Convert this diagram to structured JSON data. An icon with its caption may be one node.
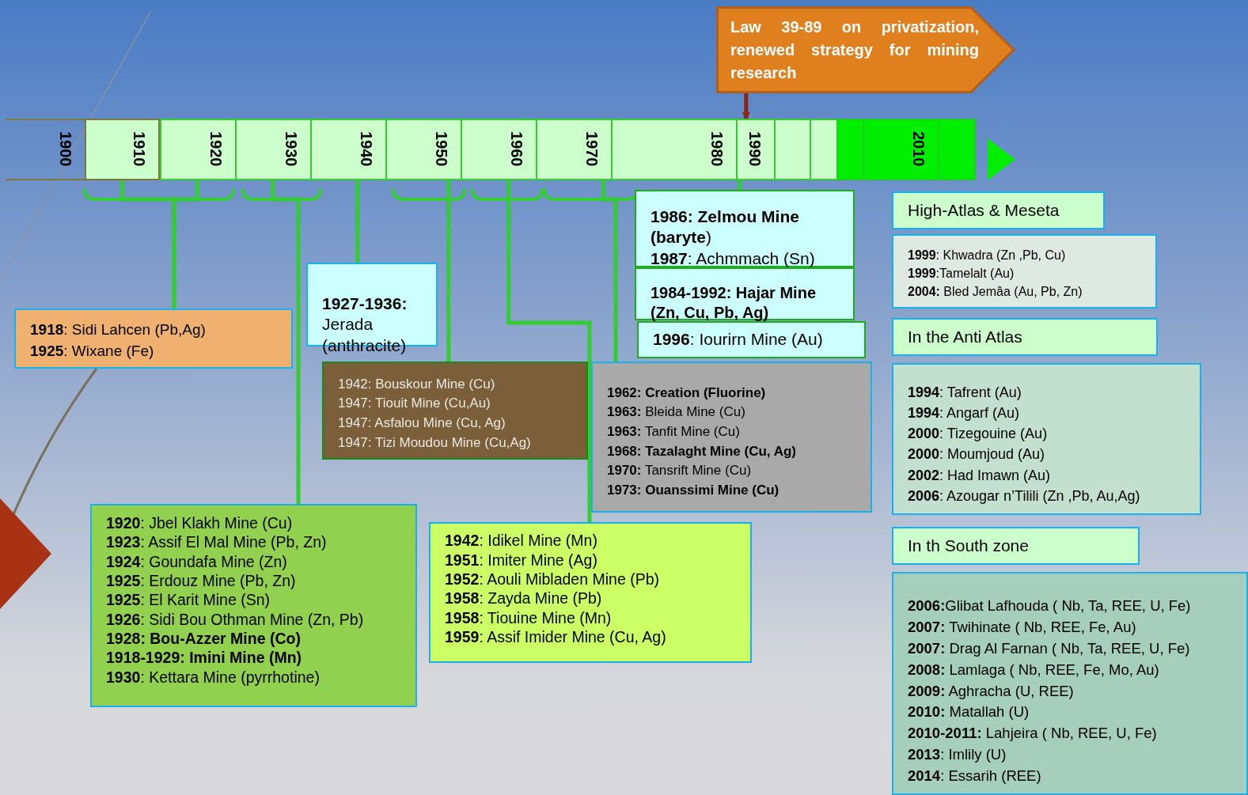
{
  "diagram": {
    "nodes": [
      {
        "text": [
          "Law 39-89 on privatization, renewed strategy for mining research"
        ]
      },
      {
        "text": [
          "1900"
        ]
      },
      {
        "text": [
          "1910"
        ]
      },
      {
        "text": [
          "1920"
        ]
      },
      {
        "text": [
          "1930"
        ]
      },
      {
        "text": [
          "1940"
        ]
      },
      {
        "text": [
          "1950"
        ]
      },
      {
        "text": [
          "1960"
        ]
      },
      {
        "text": [
          "1970"
        ]
      },
      {
        "text": [
          "1980"
        ]
      },
      {
        "text": [
          "1990"
        ]
      },
      {
        "text": [],
        "shape": "box"
      },
      {
        "text": [],
        "shape": "box"
      },
      {
        "text": [],
        "shape": "box"
      },
      {
        "text": [
          "2010"
        ]
      },
      {
        "text": [],
        "shape": "box"
      },
      {
        "text": [
          "**1986: Zelmou Mine (baryte**)",
          "**1987**: Achmmach (Sn)"
        ]
      },
      {
        "text": [
          "**1984-1992: Hajar Mine (Zn, Cu, Pb, Ag)**"
        ]
      },
      {
        "text": [
          "**1918**: Sidi Lahcen (Pb,Ag)",
          "**1925**: Wixane (Fe)"
        ]
      },
      {
        "text": [
          "**1927-1936:** Jerada (anthracite)"
        ]
      },
      {
        "text": [
          "High-Atlas & Meseta"
        ]
      },
      {
        "text": [
          "**1999**: Khwadra (Zn ,Pb, Cu)",
          "**1999**:Tamelalt (Au)",
          "**2004:** Bled Jemâa (Au, Pb, Zn)"
        ]
      },
      {
        "text": [
          "**1996**: Iourirn Mine (Au)"
        ]
      },
      {
        "text": [
          "In the Anti Atlas"
        ]
      },
      {
        "text": [
          "1942: Bouskour Mine (Cu)",
          "1947: Tiouit Mine (Cu,Au)",
          "1947: Asfalou Mine (Cu, Ag)",
          "1947: Tizi Moudou Mine (Cu,Ag)"
        ]
      },
      {
        "text": [
          "**1962: Creation (Fluorine)**",
          "**1963:** Bleida Mine (Cu)",
          "**1963:** Tanfit Mine (Cu)",
          "**1968: Tazalaght Mine (Cu, Ag)**",
          "**1970:** Tansrift Mine (Cu)",
          "**1973: Ouanssimi Mine (Cu)**"
        ]
      },
      {
        "text": [
          "**1994**: Tafrent (Au)",
          "**1994**: Angarf (Au)",
          "**2000**: Tizegouine (Au)",
          "**2000**: Moumjoud (Au)",
          "**2002**: Had Imawn (Au)",
          "**2006**: Azougar n’Tilili (Zn ,Pb, Au,Ag)"
        ]
      },
      {
        "text": [
          "**1920**: Jbel Klakh Mine (Cu)",
          "**1923**: Assif El Mal Mine (Pb, Zn)",
          "**1924**: Goundafa Mine (Zn)",
          "**1925**: Erdouz Mine (Pb, Zn)",
          "**1925**: El Karit Mine (Sn)",
          "**1926**: Sidi Bou Othman Mine (Zn, Pb)",
          "**1928: Bou-Azzer Mine (Co)**",
          "**1918-1929: Imini Mine (Mn)**",
          "**1930**: Kettara Mine (pyrrhotine)"
        ]
      },
      {
        "text": [
          "**1942**: Idikel Mine (Mn)",
          "**1951**: Imiter Mine (Ag)",
          "**1952**: Aouli Mibladen Mine (Pb)",
          "**1958**: Zayda Mine (Pb)",
          "**1958**: Tiouine Mine (Mn)",
          "**1959**: Assif Imider Mine (Cu, Ag)"
        ]
      },
      {
        "text": [
          "In th South zone"
        ]
      },
      {
        "text": [],
        "shape": "triangle"
      },
      {
        "text": [],
        "shape": "diamond"
      },
      {
        "text": [
          "**2006:**Glibat Lafhouda ( Nb, Ta, REE, U, Fe)",
          "**2007:** Twihinate ( Nb, REE, Fe, Au)",
          "**2007:** Drag Al Farnan ( Nb, Ta, REE, U, Fe)",
          "**2008:** Lamlaga ( Nb, REE, Fe, Mo, Au)",
          "**2009:** Aghracha (U, REE)",
          "**2010:** Matallah (U)",
          "**2010-2011:** Lahjeira ( Nb, REE, U, Fe)",
          "**2013**: Imlily (U)",
          "**2014**: Essarih (REE)"
        ]
      }
    ],
    "edges": [
      {
        "from": 0,
        "to": 10,
        "arrow": "to",
        "color": "#8b2414"
      },
      {
        "from": 2,
        "to": 18,
        "arrow": "none"
      },
      {
        "from": 3,
        "to": 18,
        "arrow": "none"
      },
      {
        "from": 4,
        "to": 27,
        "arrow": "none"
      },
      {
        "from": 5,
        "to": 19,
        "arrow": "none"
      },
      {
        "from": 6,
        "to": 24,
        "arrow": "none"
      },
      {
        "from": 7,
        "to": 28,
        "arrow": "none"
      },
      {
        "from": 8,
        "to": 25,
        "arrow": "none"
      },
      {
        "from": 10,
        "to": 16,
        "arrow": "none"
      }
    ]
  }
}
